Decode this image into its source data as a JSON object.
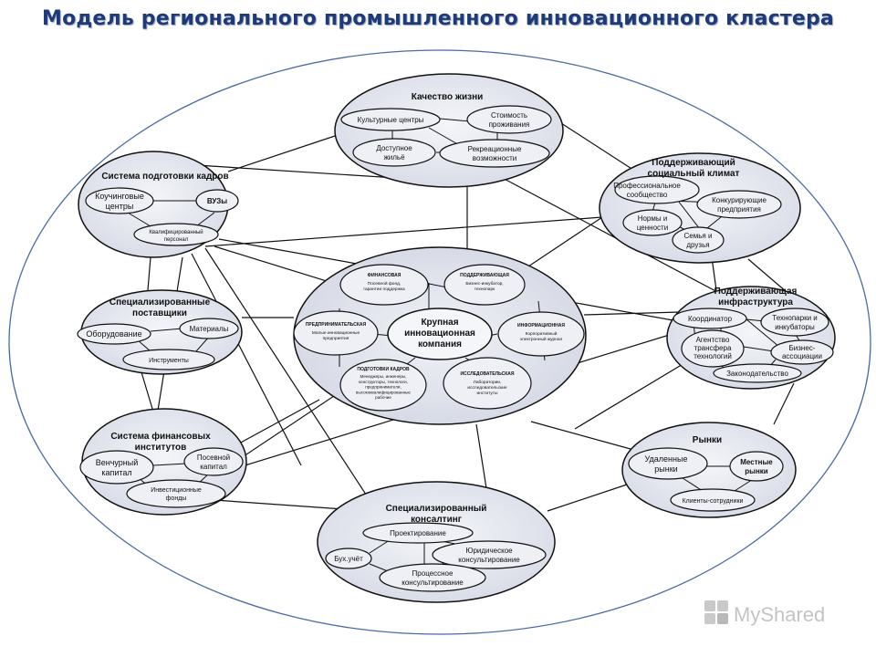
{
  "title": "Модель регионального промышленного инновационного кластера",
  "watermark": "MyShared",
  "center": {
    "title": [
      "Крупная",
      "инновационная",
      "компания"
    ],
    "sectors": {
      "finance": {
        "title": "ФИНАНСОВАЯ",
        "text": [
          "Посевной фонд,",
          "гарантии поддержка"
        ]
      },
      "support": {
        "title": "ПОДДЕРЖИВАЮЩАЯ",
        "text": [
          "Бизнес-инкубатор,",
          "технопарк"
        ]
      },
      "entrepreneurial": {
        "title": "ПРЕДПРИНИМАТЕЛЬСКАЯ",
        "text": [
          "Малые инновационные",
          "предприятия"
        ]
      },
      "information": {
        "title": "ИНФОРМАЦИОННАЯ",
        "text": [
          "Корпоративный",
          "электронный журнал"
        ]
      },
      "training": {
        "title": "ПОДГОТОВКИ КАДРОВ",
        "text": [
          "Менеджеры, инженеры,",
          "конструкторы, технологи,",
          "предприниматели,",
          "высококвалифицированные",
          "рабочие"
        ]
      },
      "research": {
        "title": "ИССЛЕДОВАТЕЛЬСКАЯ",
        "text": [
          "Лаборатории,",
          "исследовательские",
          "институты"
        ]
      }
    }
  },
  "groups": {
    "quality": {
      "title": [
        "Качество жизни"
      ],
      "items": {
        "cultural": [
          "Культурные центры"
        ],
        "cost": [
          "Стоимость",
          "проживания"
        ],
        "housing": [
          "Доступное",
          "жильё"
        ],
        "recreation": [
          "Рекреационные",
          "возможности"
        ]
      }
    },
    "training": {
      "title": [
        "Система подготовки кадров"
      ],
      "items": {
        "coaching": [
          "Коучинговые",
          "центры"
        ],
        "universities": [
          "ВУЗы"
        ],
        "qualified": [
          "Квалифицированный",
          "персонал"
        ]
      }
    },
    "climate": {
      "title": [
        "Поддерживающий",
        "социальный климат"
      ],
      "items": {
        "professional": [
          "Профессиональное",
          "сообщество"
        ],
        "competing": [
          "Конкурирующие",
          "предприятия"
        ],
        "norms": [
          "Нормы и",
          "ценности"
        ],
        "family": [
          "Семья и",
          "друзья"
        ]
      }
    },
    "suppliers": {
      "title": [
        "Специализированные",
        "поставщики"
      ],
      "items": {
        "equipment": [
          "Оборудование"
        ],
        "materials": [
          "Материалы"
        ],
        "tools": [
          "Инструменты"
        ]
      }
    },
    "infrastructure": {
      "title": [
        "Поддерживающая",
        "инфраструктура"
      ],
      "items": {
        "coordinator": [
          "Координатор"
        ],
        "technoparks": [
          "Технопарки и",
          "инкубаторы"
        ],
        "agency": [
          "Агентство",
          "трансфера",
          "технологий"
        ],
        "associations": [
          "Бизнес-",
          "ассоциации"
        ],
        "legislation": [
          "Законодательство"
        ]
      }
    },
    "finance": {
      "title": [
        "Система финансовых",
        "институтов"
      ],
      "items": {
        "venture": [
          "Венчурный",
          "капитал"
        ],
        "seed": [
          "Посевной",
          "капитал"
        ],
        "investment": [
          "Инвестиционные",
          "фонды"
        ]
      }
    },
    "markets": {
      "title": [
        "Рынки"
      ],
      "items": {
        "remote": [
          "Удаленные",
          "рынки"
        ],
        "local": [
          "Местные",
          "рынки"
        ],
        "clients": [
          "Клиенты-сотрудники"
        ]
      }
    },
    "consulting": {
      "title": [
        "Специализированный",
        "консалтинг"
      ],
      "items": {
        "design": [
          "Проектирование"
        ],
        "accounting": [
          "Бух.учёт"
        ],
        "legal": [
          "Юридическое",
          "консультирование"
        ],
        "process": [
          "Процессное",
          "консультирование"
        ]
      }
    }
  }
}
